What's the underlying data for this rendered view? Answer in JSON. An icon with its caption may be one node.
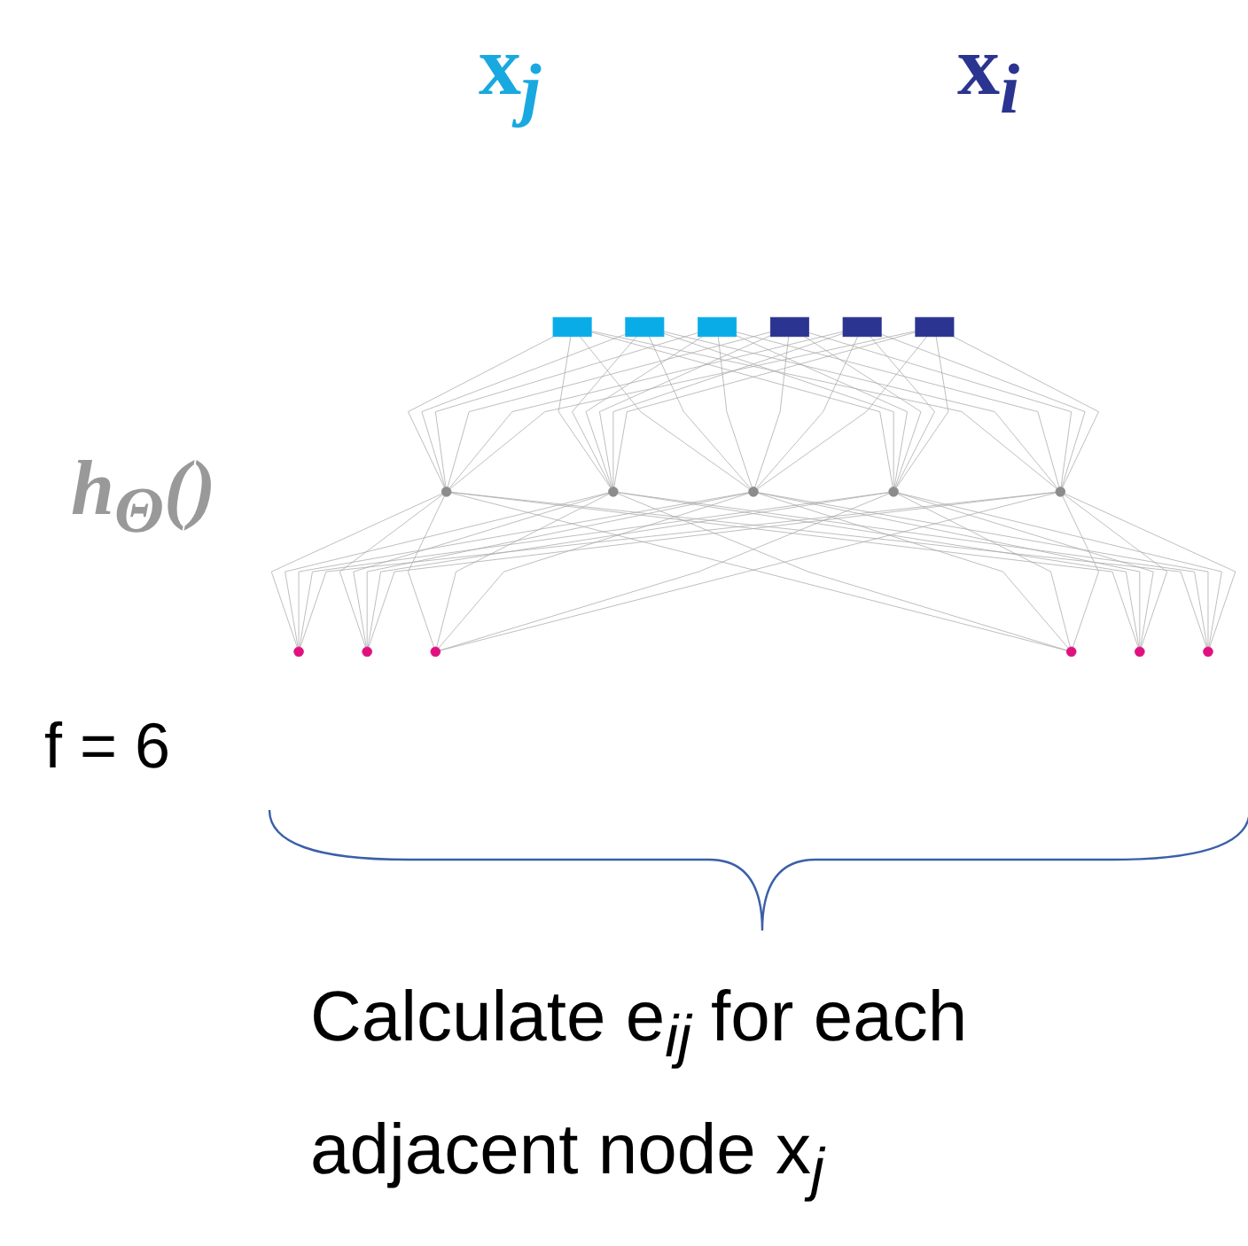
{
  "diagram": {
    "nodes": [
      {
        "text": [],
        "shape": "box"
      },
      {
        "text": [],
        "shape": "box"
      },
      {
        "text": [],
        "shape": "box"
      },
      {
        "text": [],
        "shape": "box"
      },
      {
        "text": [],
        "shape": "box"
      },
      {
        "text": [],
        "shape": "box"
      },
      {
        "text": [],
        "shape": "circle"
      },
      {
        "text": [],
        "shape": "circle"
      },
      {
        "text": [],
        "shape": "circle"
      },
      {
        "text": [],
        "shape": "circle"
      },
      {
        "text": [],
        "shape": "circle"
      },
      {
        "text": [],
        "shape": "circle"
      },
      {
        "text": [],
        "shape": "circle"
      },
      {
        "text": [],
        "shape": "circle"
      },
      {
        "text": [],
        "shape": "circle"
      },
      {
        "text": [],
        "shape": "circle"
      },
      {
        "text": [],
        "shape": "circle"
      }
    ],
    "edges": [
      {
        "from": 0,
        "to": 6,
        "arrow": "none"
      },
      {
        "from": 0,
        "to": 7,
        "arrow": "none"
      },
      {
        "from": 0,
        "to": 8,
        "arrow": "none"
      },
      {
        "from": 0,
        "to": 9,
        "arrow": "none"
      },
      {
        "from": 0,
        "to": 10,
        "arrow": "none"
      },
      {
        "from": 1,
        "to": 6,
        "arrow": "none"
      },
      {
        "from": 1,
        "to": 7,
        "arrow": "none"
      },
      {
        "from": 1,
        "to": 8,
        "arrow": "none"
      },
      {
        "from": 1,
        "to": 9,
        "arrow": "none"
      },
      {
        "from": 1,
        "to": 10,
        "arrow": "none"
      },
      {
        "from": 2,
        "to": 6,
        "arrow": "none"
      },
      {
        "from": 2,
        "to": 7,
        "arrow": "none"
      },
      {
        "from": 2,
        "to": 8,
        "arrow": "none"
      },
      {
        "from": 2,
        "to": 9,
        "arrow": "none"
      },
      {
        "from": 2,
        "to": 10,
        "arrow": "none"
      },
      {
        "from": 3,
        "to": 6,
        "arrow": "none"
      },
      {
        "from": 3,
        "to": 7,
        "arrow": "none"
      },
      {
        "from": 3,
        "to": 8,
        "arrow": "none"
      },
      {
        "from": 3,
        "to": 9,
        "arrow": "none"
      },
      {
        "from": 3,
        "to": 10,
        "arrow": "none"
      },
      {
        "from": 4,
        "to": 6,
        "arrow": "none"
      },
      {
        "from": 4,
        "to": 7,
        "arrow": "none"
      },
      {
        "from": 4,
        "to": 8,
        "arrow": "none"
      },
      {
        "from": 4,
        "to": 9,
        "arrow": "none"
      },
      {
        "from": 4,
        "to": 10,
        "arrow": "none"
      },
      {
        "from": 5,
        "to": 6,
        "arrow": "none"
      },
      {
        "from": 5,
        "to": 7,
        "arrow": "none"
      },
      {
        "from": 5,
        "to": 8,
        "arrow": "none"
      },
      {
        "from": 5,
        "to": 9,
        "arrow": "none"
      },
      {
        "from": 5,
        "to": 10,
        "arrow": "none"
      },
      {
        "from": 6,
        "to": 11,
        "arrow": "none"
      },
      {
        "from": 6,
        "to": 12,
        "arrow": "none"
      },
      {
        "from": 6,
        "to": 13,
        "arrow": "none"
      },
      {
        "from": 6,
        "to": 14,
        "arrow": "none"
      },
      {
        "from": 6,
        "to": 15,
        "arrow": "none"
      },
      {
        "from": 6,
        "to": 16,
        "arrow": "none"
      },
      {
        "from": 7,
        "to": 11,
        "arrow": "none"
      },
      {
        "from": 7,
        "to": 12,
        "arrow": "none"
      },
      {
        "from": 7,
        "to": 13,
        "arrow": "none"
      },
      {
        "from": 7,
        "to": 14,
        "arrow": "none"
      },
      {
        "from": 7,
        "to": 15,
        "arrow": "none"
      },
      {
        "from": 7,
        "to": 16,
        "arrow": "none"
      },
      {
        "from": 8,
        "to": 11,
        "arrow": "none"
      },
      {
        "from": 8,
        "to": 12,
        "arrow": "none"
      },
      {
        "from": 8,
        "to": 13,
        "arrow": "none"
      },
      {
        "from": 8,
        "to": 14,
        "arrow": "none"
      },
      {
        "from": 8,
        "to": 15,
        "arrow": "none"
      },
      {
        "from": 8,
        "to": 16,
        "arrow": "none"
      },
      {
        "from": 9,
        "to": 11,
        "arrow": "none"
      },
      {
        "from": 9,
        "to": 12,
        "arrow": "none"
      },
      {
        "from": 9,
        "to": 13,
        "arrow": "none"
      },
      {
        "from": 9,
        "to": 14,
        "arrow": "none"
      },
      {
        "from": 9,
        "to": 15,
        "arrow": "none"
      },
      {
        "from": 9,
        "to": 16,
        "arrow": "none"
      },
      {
        "from": 10,
        "to": 11,
        "arrow": "none"
      },
      {
        "from": 10,
        "to": 12,
        "arrow": "none"
      },
      {
        "from": 10,
        "to": 13,
        "arrow": "none"
      },
      {
        "from": 10,
        "to": 14,
        "arrow": "none"
      },
      {
        "from": 10,
        "to": 15,
        "arrow": "none"
      },
      {
        "from": 10,
        "to": 16,
        "arrow": "none"
      }
    ],
    "labels": [
      "x$_{j}$",
      "x$_{i}$",
      "h$_{Θ}$()",
      "f = 6",
      "Calculate e$_{ij}$ for each adjacent node x$_{j}$"
    ]
  }
}
